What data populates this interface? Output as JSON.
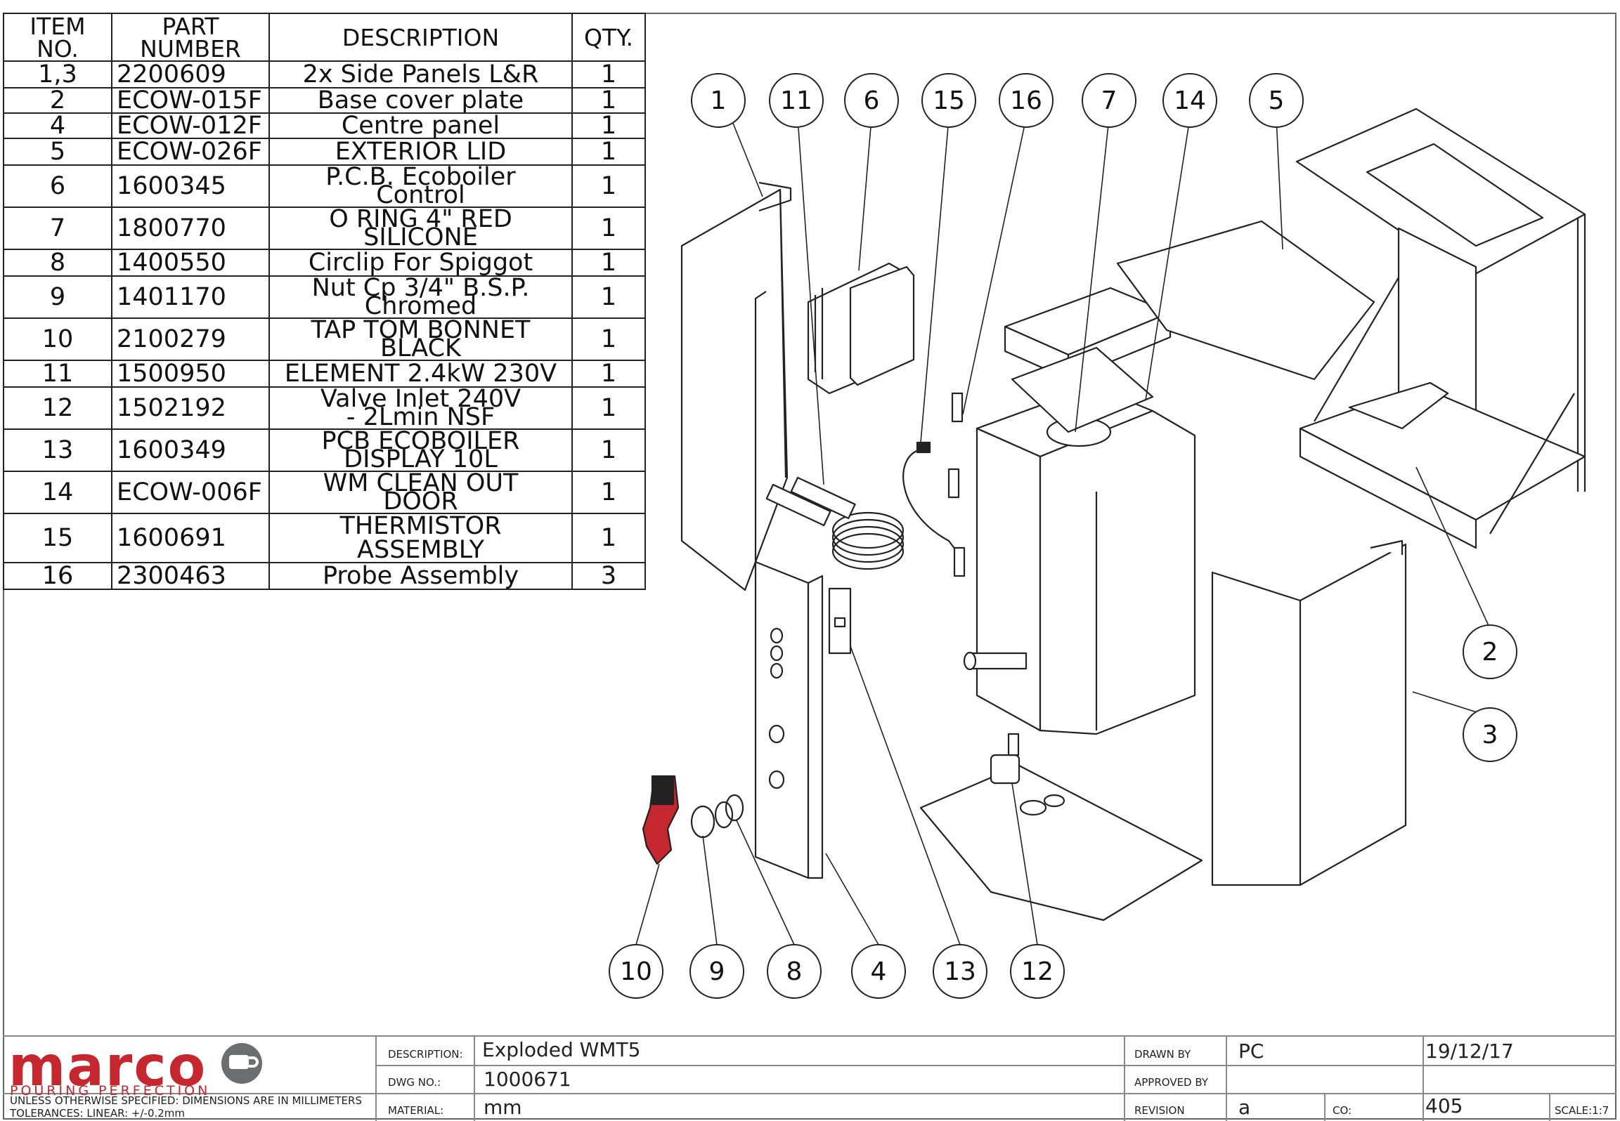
{
  "bom": {
    "headers": {
      "item": "ITEM\nNO.",
      "part": "PART\nNUMBER",
      "description": "DESCRIPTION",
      "qty": "QTY."
    },
    "rows": [
      {
        "item": "1,3",
        "part": "2200609",
        "description": "2x Side Panels L&R",
        "qty": "1"
      },
      {
        "item": "2",
        "part": "ECOW-015F",
        "description": "Base cover plate",
        "qty": "1"
      },
      {
        "item": "4",
        "part": "ECOW-012F",
        "description": "Centre panel",
        "qty": "1"
      },
      {
        "item": "5",
        "part": "ECOW-026F",
        "description": "EXTERIOR LID",
        "qty": "1"
      },
      {
        "item": "6",
        "part": "1600345",
        "description": "P.C.B. Ecoboiler\nControl",
        "qty": "1"
      },
      {
        "item": "7",
        "part": "1800770",
        "description": "O RING 4\" RED\nSILICONE",
        "qty": "1"
      },
      {
        "item": "8",
        "part": "1400550",
        "description": "Circlip For Spiggot",
        "qty": "1"
      },
      {
        "item": "9",
        "part": "1401170",
        "description": "Nut Cp 3/4\" B.S.P.\nChromed",
        "qty": "1"
      },
      {
        "item": "10",
        "part": "2100279",
        "description": "TAP TOM BONNET\nBLACK",
        "qty": "1"
      },
      {
        "item": "11",
        "part": "1500950",
        "description": "ELEMENT 2.4kW 230V",
        "qty": "1"
      },
      {
        "item": "12",
        "part": "1502192",
        "description": "Valve Inlet 240V\n- 2Lmin NSF",
        "qty": "1"
      },
      {
        "item": "13",
        "part": "1600349",
        "description": "PCB ECOBOILER\nDISPLAY 10L",
        "qty": "1"
      },
      {
        "item": "14",
        "part": "ECOW-006F",
        "description": "WM CLEAN OUT\nDOOR",
        "qty": "1"
      },
      {
        "item": "15",
        "part": "1600691",
        "description": "THERMISTOR ASSEMBLY",
        "qty": "1"
      },
      {
        "item": "16",
        "part": "2300463",
        "description": "Probe Assembly",
        "qty": "3"
      }
    ]
  },
  "balloons": {
    "top": [
      "1",
      "11",
      "6",
      "15",
      "16",
      "7",
      "14",
      "5"
    ],
    "bottom": [
      "10",
      "9",
      "8",
      "4",
      "13",
      "12"
    ],
    "right": [
      "2",
      "3"
    ]
  },
  "title_block": {
    "logo": {
      "word": "marco",
      "tagline": "POURING PERFECTION"
    },
    "note_line1": "UNLESS OTHERWISE SPECIFIED: DIMENSIONS ARE IN MILLIMETERS",
    "note_line2": "TOLERANCES: LINEAR: +/-0.2mm",
    "description_label": "DESCRIPTION:",
    "description_value": "Exploded WMT5",
    "dwg_no_label": "DWG NO.:",
    "dwg_no_value": "1000671",
    "material_label": "MATERIAL:",
    "material_value": "mm",
    "drawn_by_label": "DRAWN BY",
    "drawn_by_value": "PC",
    "drawn_date": "19/12/17",
    "approved_by_label": "APPROVED BY",
    "revision_label": "REVISION",
    "revision_value": "a",
    "co_label": "CO:",
    "co_value": "405",
    "scale": "SCALE:1:7"
  },
  "colors": {
    "logo_red": "#c6262e",
    "logo_grey": "#6d6e70",
    "line": "#222222"
  }
}
